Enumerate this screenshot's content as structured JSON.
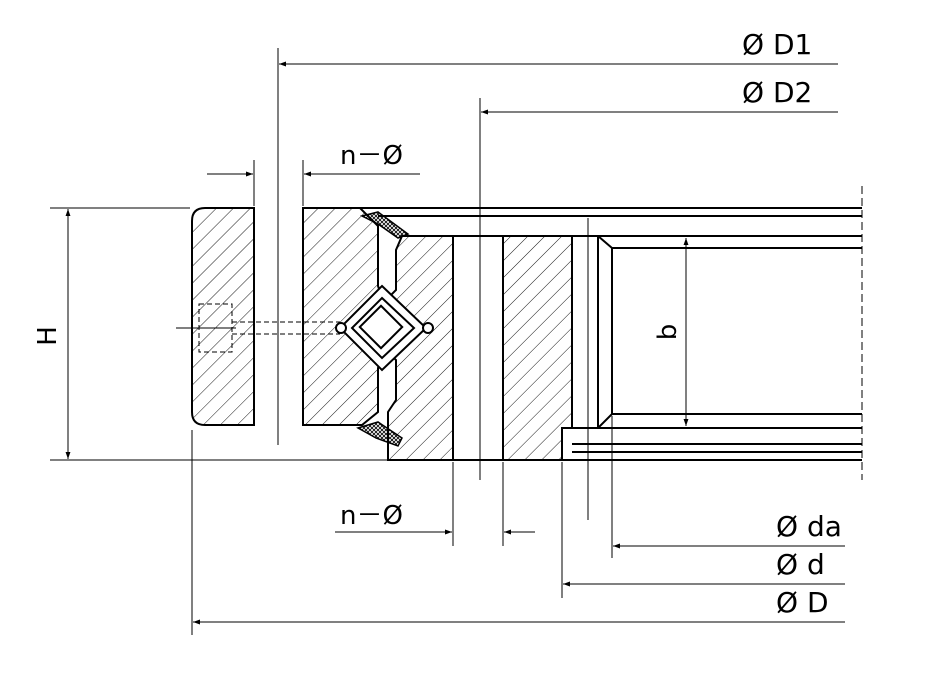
{
  "labels": {
    "outer_bolt_circle": "Ø D1",
    "inner_bolt_circle": "Ø D2",
    "outer_hole": "n－Ø",
    "inner_hole": "n－Ø",
    "height": "H",
    "gear_width": "b",
    "gear_tip_diameter": "Ø da",
    "inner_diameter": "Ø d",
    "outer_diameter": "Ø D"
  },
  "colors": {
    "line": "#000000",
    "background": "#ffffff"
  }
}
